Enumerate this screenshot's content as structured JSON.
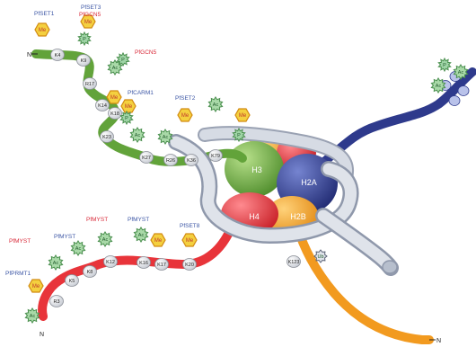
{
  "colors": {
    "h3": "#62a33a",
    "h3_light": "#8cc45a",
    "h4": "#e8343a",
    "h4_light": "#f07077",
    "h2a": "#2e3a8c",
    "h2a_light": "#5563b8",
    "h2b": "#f29a1f",
    "h2b_light": "#f8be5a",
    "dna": "#c5ccd8",
    "dna_edge": "#8f98ab",
    "me": "#f4d03f",
    "ac": "#9ccf9e",
    "label_red": "#d92b3a",
    "label_blue": "#3c56a5"
  },
  "core_labels": {
    "h3": "H3",
    "h4": "H4",
    "h2a": "H2A",
    "h2b": "H2B"
  },
  "termini": {
    "h3_n": "N",
    "h4_n": "N",
    "h2b_n": "N"
  },
  "h3_residues": {
    "k4": "K4",
    "k9": "K9",
    "r17": "R17",
    "k14": "K14",
    "k18": "K18",
    "k23": "K23",
    "k27": "K27",
    "r26": "R26",
    "k36": "K36",
    "k79": "K79"
  },
  "h4_residues": {
    "r3": "R3",
    "k5": "K5",
    "k8": "K8",
    "k12": "K12",
    "k16": "K16",
    "k17": "K17",
    "k20": "K20"
  },
  "h2b_residues": {
    "k123": "K123"
  },
  "mark_text": {
    "me": "Me",
    "ac": "Ac",
    "p": "P",
    "ub": "Ub"
  },
  "enzymes": {
    "pfset1": "PfSET1",
    "pfset3": "PfSET3",
    "pfgcn5_top": "PfGCN5",
    "pfgcn5_mid": "PfGCN5",
    "pfcarm1": "PfCARM1",
    "pfset2": "PfSET2",
    "pfmyst_1": "PfMYST",
    "pfmyst_2": "PfMYST",
    "pfmyst_3": "PfMYST",
    "pfmyst_4": "PfMYST",
    "pfset8": "PfSET8",
    "pfprmt1": "PfPRMT1"
  }
}
